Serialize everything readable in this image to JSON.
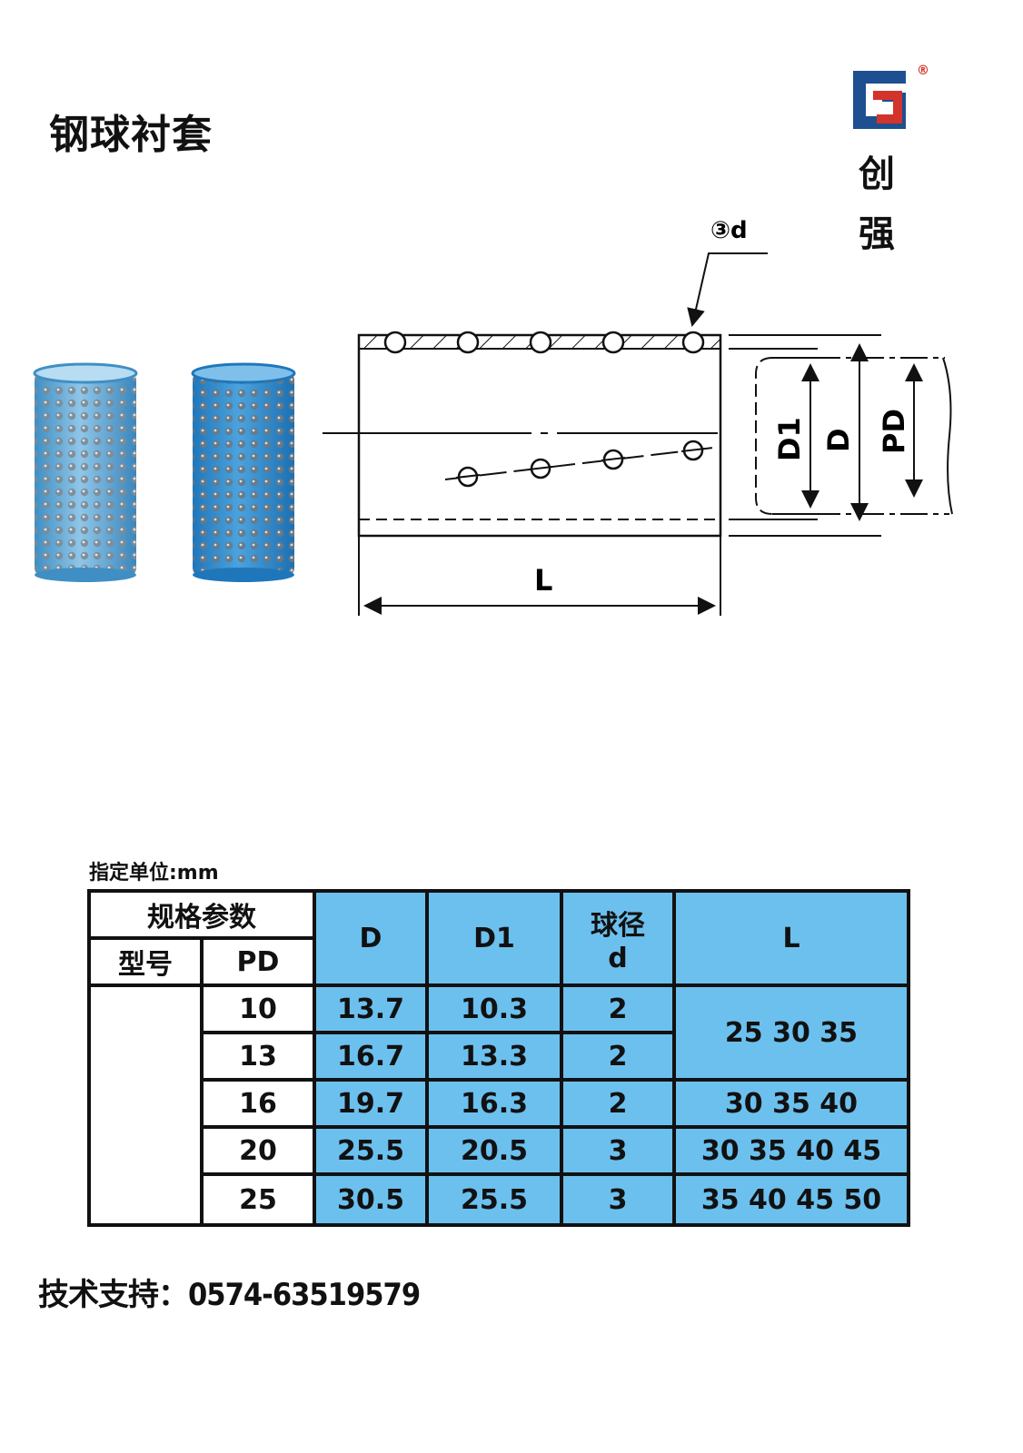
{
  "page": {
    "title": "钢球衬套",
    "brand": [
      "创",
      "强"
    ],
    "registered": "®",
    "unit_label": "指定单位:mm",
    "contact": "技术支持：0574-63519579"
  },
  "drawing": {
    "ball_label": "③d",
    "dim_L": "L",
    "dim_D1": "D1",
    "dim_D": "D",
    "dim_PD": "PD"
  },
  "table": {
    "group_header": "规格参数",
    "col_model": "型号",
    "col_pd": "PD",
    "col_D": "D",
    "col_D1": "D1",
    "col_d_line1": "球径",
    "col_d_line2": "d",
    "col_L": "L",
    "rows": [
      {
        "pd": "10",
        "D": "13.7",
        "D1": "10.3",
        "d": "2"
      },
      {
        "pd": "13",
        "D": "16.7",
        "D1": "13.3",
        "d": "2"
      },
      {
        "pd": "16",
        "D": "19.7",
        "D1": "16.3",
        "d": "2"
      },
      {
        "pd": "20",
        "D": "25.5",
        "D1": "20.5",
        "d": "3"
      },
      {
        "pd": "25",
        "D": "30.5",
        "D1": "25.5",
        "d": "3"
      }
    ],
    "L_values": [
      "25 30 35",
      "30 35 40",
      "30 35 40 45",
      "35 40 45 50"
    ]
  },
  "colors": {
    "table_blue": "#6cc0ee",
    "logo_blue": "#1d4f91",
    "logo_red": "#d2342b",
    "sleeve_light_blue": "#5aa6d6",
    "sleeve_blue": "#2f86c9"
  }
}
